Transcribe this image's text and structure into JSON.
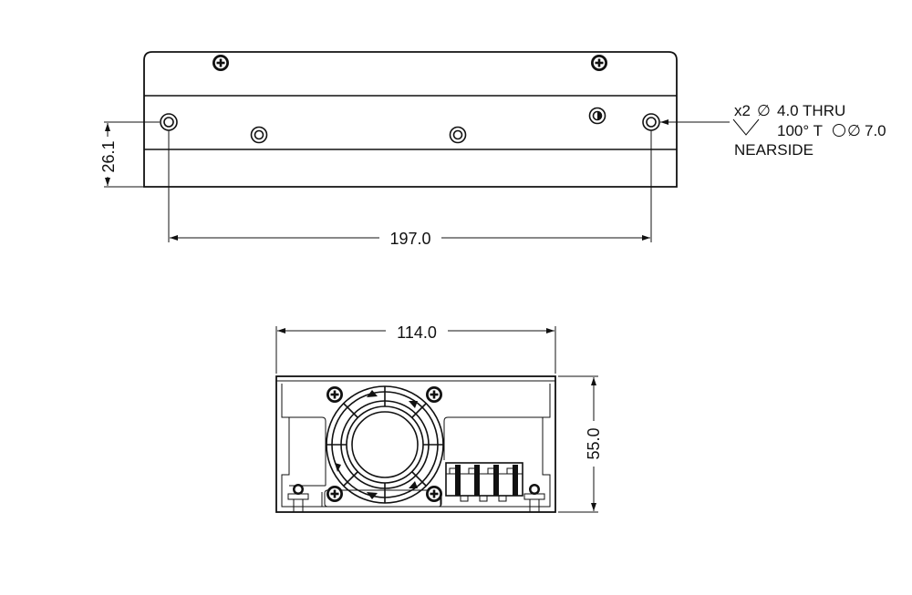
{
  "top_view": {
    "width_dimension": "197.0",
    "height_dimension": "26.1",
    "hole_callout": {
      "qty": "x2",
      "diameter_symbol": "∅",
      "hole_spec": "4.0 THRU",
      "countersink_prefix": "100° T",
      "countersink_diameter": "7.0",
      "side": "NEARSIDE"
    }
  },
  "front_view": {
    "width_dimension": "114.0",
    "height_dimension": "55.0"
  }
}
